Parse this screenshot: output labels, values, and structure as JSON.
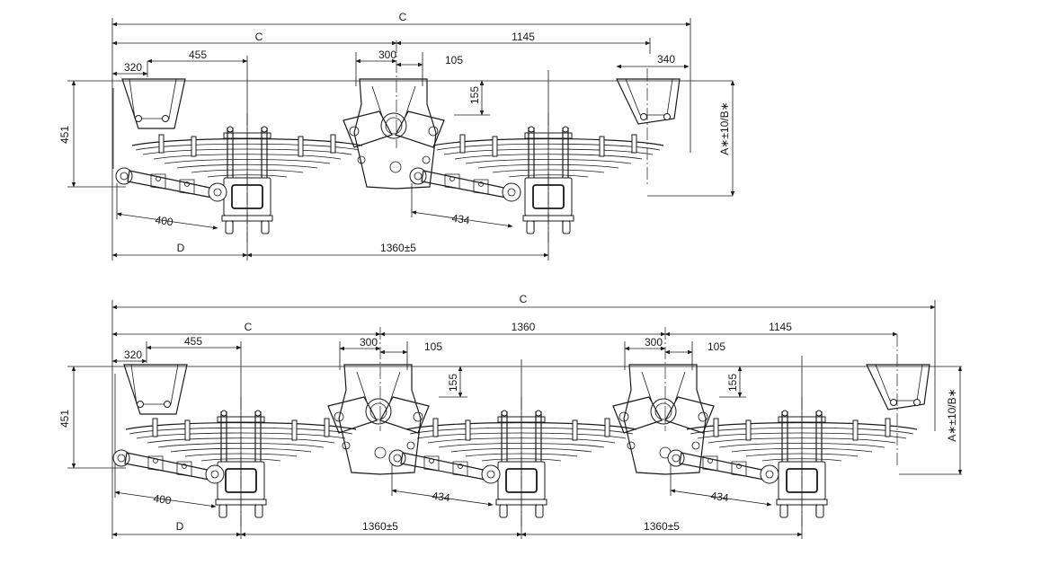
{
  "diagram": {
    "top": {
      "dim_overall": "C",
      "dim_first_section": "C",
      "dim_rear_overhang": "1145",
      "dim_front_bracket": "320",
      "dim_front_to_axle": "455",
      "dim_hanger_width": "300",
      "dim_hanger_offset": "105",
      "dim_hanger_height": "155",
      "dim_rear_bracket": "340",
      "dim_height": "451",
      "dim_ride_height": "A∗±10/B∗",
      "dim_front_torque_arm": "400",
      "dim_rear_torque_arm": "434",
      "dim_front_offset": "D",
      "dim_axle_spacing": "1360±5"
    },
    "bottom": {
      "dim_overall": "C",
      "dim_first_section": "C",
      "dim_middle": "1360",
      "dim_rear_overhang": "1145",
      "dim_front_bracket": "320",
      "dim_front_to_axle": "455",
      "dim_hanger1_width": "300",
      "dim_hanger1_offset": "105",
      "dim_hanger1_height": "155",
      "dim_hanger2_width": "300",
      "dim_hanger2_offset": "105",
      "dim_hanger2_height": "155",
      "dim_height": "451",
      "dim_ride_height": "A∗±10/B∗",
      "dim_front_torque_arm": "400",
      "dim_torque_arm_2": "434",
      "dim_torque_arm_3": "434",
      "dim_front_offset": "D",
      "dim_axle_spacing_1": "1360±5",
      "dim_axle_spacing_2": "1360±5"
    }
  }
}
